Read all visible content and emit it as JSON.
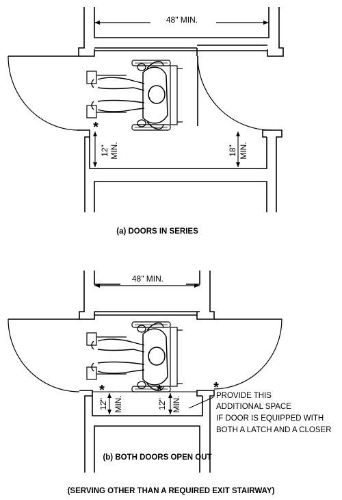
{
  "figure_a": {
    "dim_width": "48\" MIN.",
    "dim_left_clear": "12\"",
    "dim_left_min": "MIN.",
    "dim_right_clear": "18\"",
    "dim_right_min": "MIN.",
    "caption": "(a) DOORS IN SERIES",
    "asterisk": "*"
  },
  "figure_b": {
    "dim_width": "48\" MIN.",
    "dim_left_clear": "12\"",
    "dim_left_min": "MIN.",
    "dim_mid_clear": "12\"",
    "dim_mid_min": "MIN.",
    "asterisk": "*",
    "note_lines": [
      "PROVIDE THIS",
      "ADDITIONAL SPACE",
      "IF DOOR IS EQUIPPED WITH",
      "BOTH A LATCH AND A CLOSER"
    ],
    "caption": "(b) BOTH DOORS OPEN OUT"
  },
  "footer": "(SERVING OTHER THAN A REQUIRED EXIT STAIRWAY)"
}
